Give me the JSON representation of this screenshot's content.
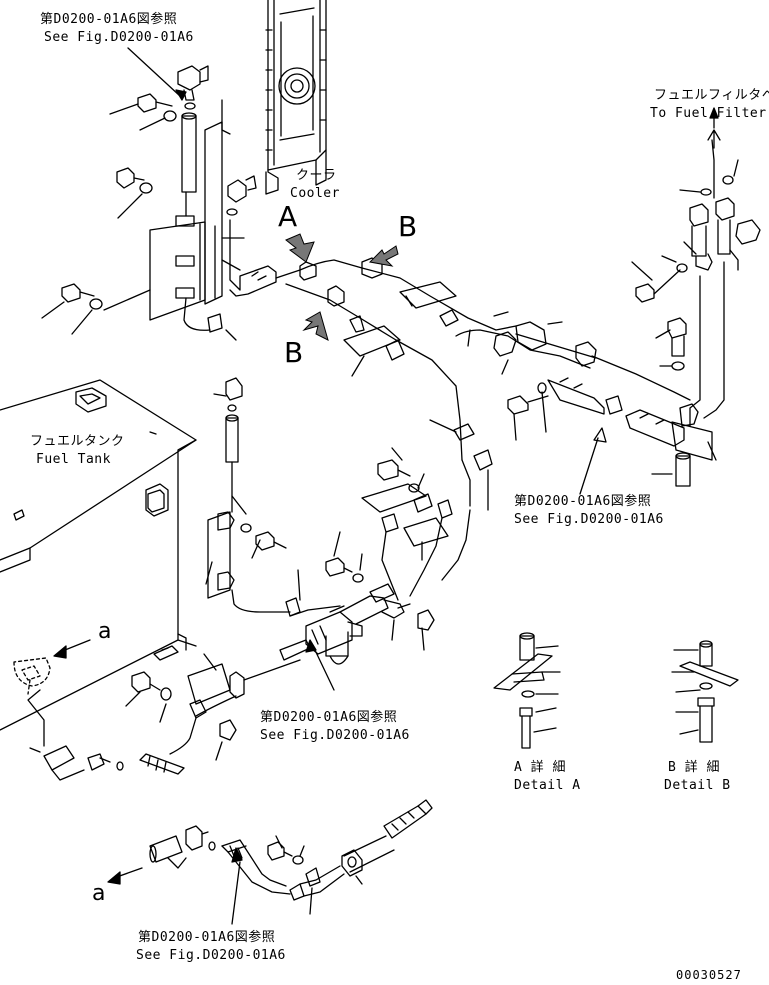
{
  "labels": {
    "ref_top_jp": "第D0200-01A6図参照",
    "ref_top_en": "See Fig.D0200-01A6",
    "cooler_jp": "クーラ",
    "cooler_en": "Cooler",
    "filter_jp": "フュエルフィルタへ",
    "filter_en": "To Fuel Filter",
    "tank_jp": "フュエルタンク",
    "tank_en": "Fuel Tank",
    "ref_right_jp": "第D0200-01A6図参照",
    "ref_right_en": "See Fig.D0200-01A6",
    "ref_mid_jp": "第D0200-01A6図参照",
    "ref_mid_en": "See Fig.D0200-01A6",
    "ref_bottom_jp": "第D0200-01A6図参照",
    "ref_bottom_en": "See Fig.D0200-01A6",
    "detail_a_jp": "A 詳 細",
    "detail_a_en": "Detail A",
    "detail_b_jp": "B 詳 細",
    "detail_b_en": "Detail B",
    "view_a_upper": "A",
    "view_b_upper": "B",
    "view_b_lower": "B",
    "conn_a_upper": "a",
    "conn_a_lower": "a",
    "drawing_number": "00030527"
  },
  "colors": {
    "line": "#000000",
    "background": "#ffffff"
  }
}
